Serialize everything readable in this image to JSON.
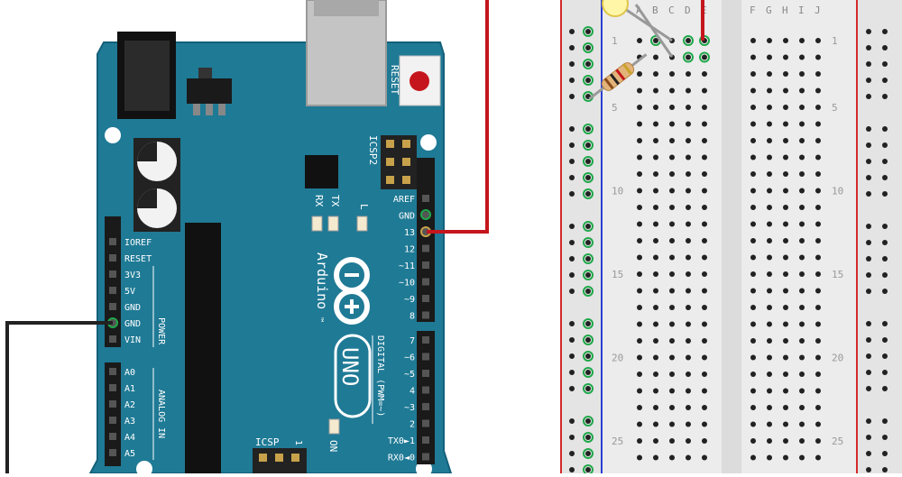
{
  "board": {
    "name": "Arduino",
    "model": "UNO",
    "tm": "™",
    "reset_label": "RESET",
    "icsp2_label": "ICSP2",
    "icsp_label": "ICSP",
    "icsp_pin1": "1",
    "on_label": "ON",
    "tx_label": "TX",
    "rx_label": "RX",
    "l_label": "L",
    "power_group_label": "POWER",
    "analog_group_label": "ANALOG IN",
    "digital_group_label": "DIGITAL (PWM=~)",
    "power_pins": [
      "IOREF",
      "RESET",
      "3V3",
      "5V",
      "GND",
      "GND",
      "VIN"
    ],
    "analog_pins": [
      "A0",
      "A1",
      "A2",
      "A3",
      "A4",
      "A5"
    ],
    "digital_top_pins": [
      "AREF",
      "GND",
      "13",
      "12",
      "~11",
      "~10",
      "~9",
      "8"
    ],
    "digital_bottom_pins": [
      "7",
      "~6",
      "~5",
      "4",
      "~3",
      "2",
      "TX0►1",
      "RX0◄0"
    ]
  },
  "breadboard": {
    "columns_left": [
      "A",
      "B",
      "C",
      "D",
      "E"
    ],
    "columns_right": [
      "F",
      "G",
      "H",
      "I",
      "J"
    ],
    "row_numbers": [
      "1",
      "5",
      "10",
      "15",
      "20",
      "25"
    ]
  },
  "colors": {
    "board": "#1f7a95",
    "wire_signal": "#c4161c",
    "wire_ground": "#222222",
    "breadboard": "#ececec",
    "rail_red": "#d42a2a",
    "rail_blue": "#2a3fd4",
    "connected_hole": "#1fa84a",
    "led": "#fff6a8"
  },
  "components": {
    "led": "yellow-led-icon",
    "resistor": "resistor-icon"
  }
}
